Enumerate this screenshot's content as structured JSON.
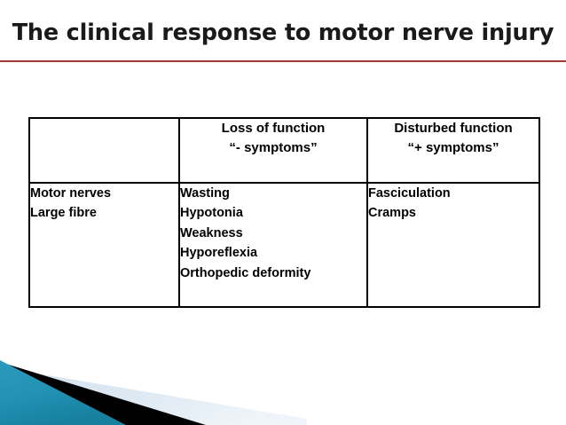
{
  "slide": {
    "title": "The clinical response to motor nerve injury",
    "accent_rule_color": "#9c3a34",
    "background_color": "#ffffff"
  },
  "table": {
    "columns": [
      {
        "key": "label",
        "header_lines": [
          "",
          ""
        ]
      },
      {
        "key": "loss",
        "header_lines": [
          "Loss of function",
          "“- symptoms”"
        ]
      },
      {
        "key": "disturbed",
        "header_lines": [
          "Disturbed function",
          "“+ symptoms”"
        ]
      }
    ],
    "rows": [
      {
        "label_lines": [
          "Motor nerves",
          "Large fibre"
        ],
        "loss_lines": [
          "Wasting",
          "Hypotonia",
          "Weakness",
          "Hyporeflexia",
          "Orthopedic deformity"
        ],
        "disturbed_lines": [
          "Fasciculation",
          "Cramps"
        ]
      }
    ]
  },
  "decoration": {
    "name": "corner-triangles-graphic",
    "teal_color": "#2191b4",
    "teal_color_dark": "#157e9f",
    "black_color": "#000000",
    "light_blue_color": "#dce9f2"
  }
}
